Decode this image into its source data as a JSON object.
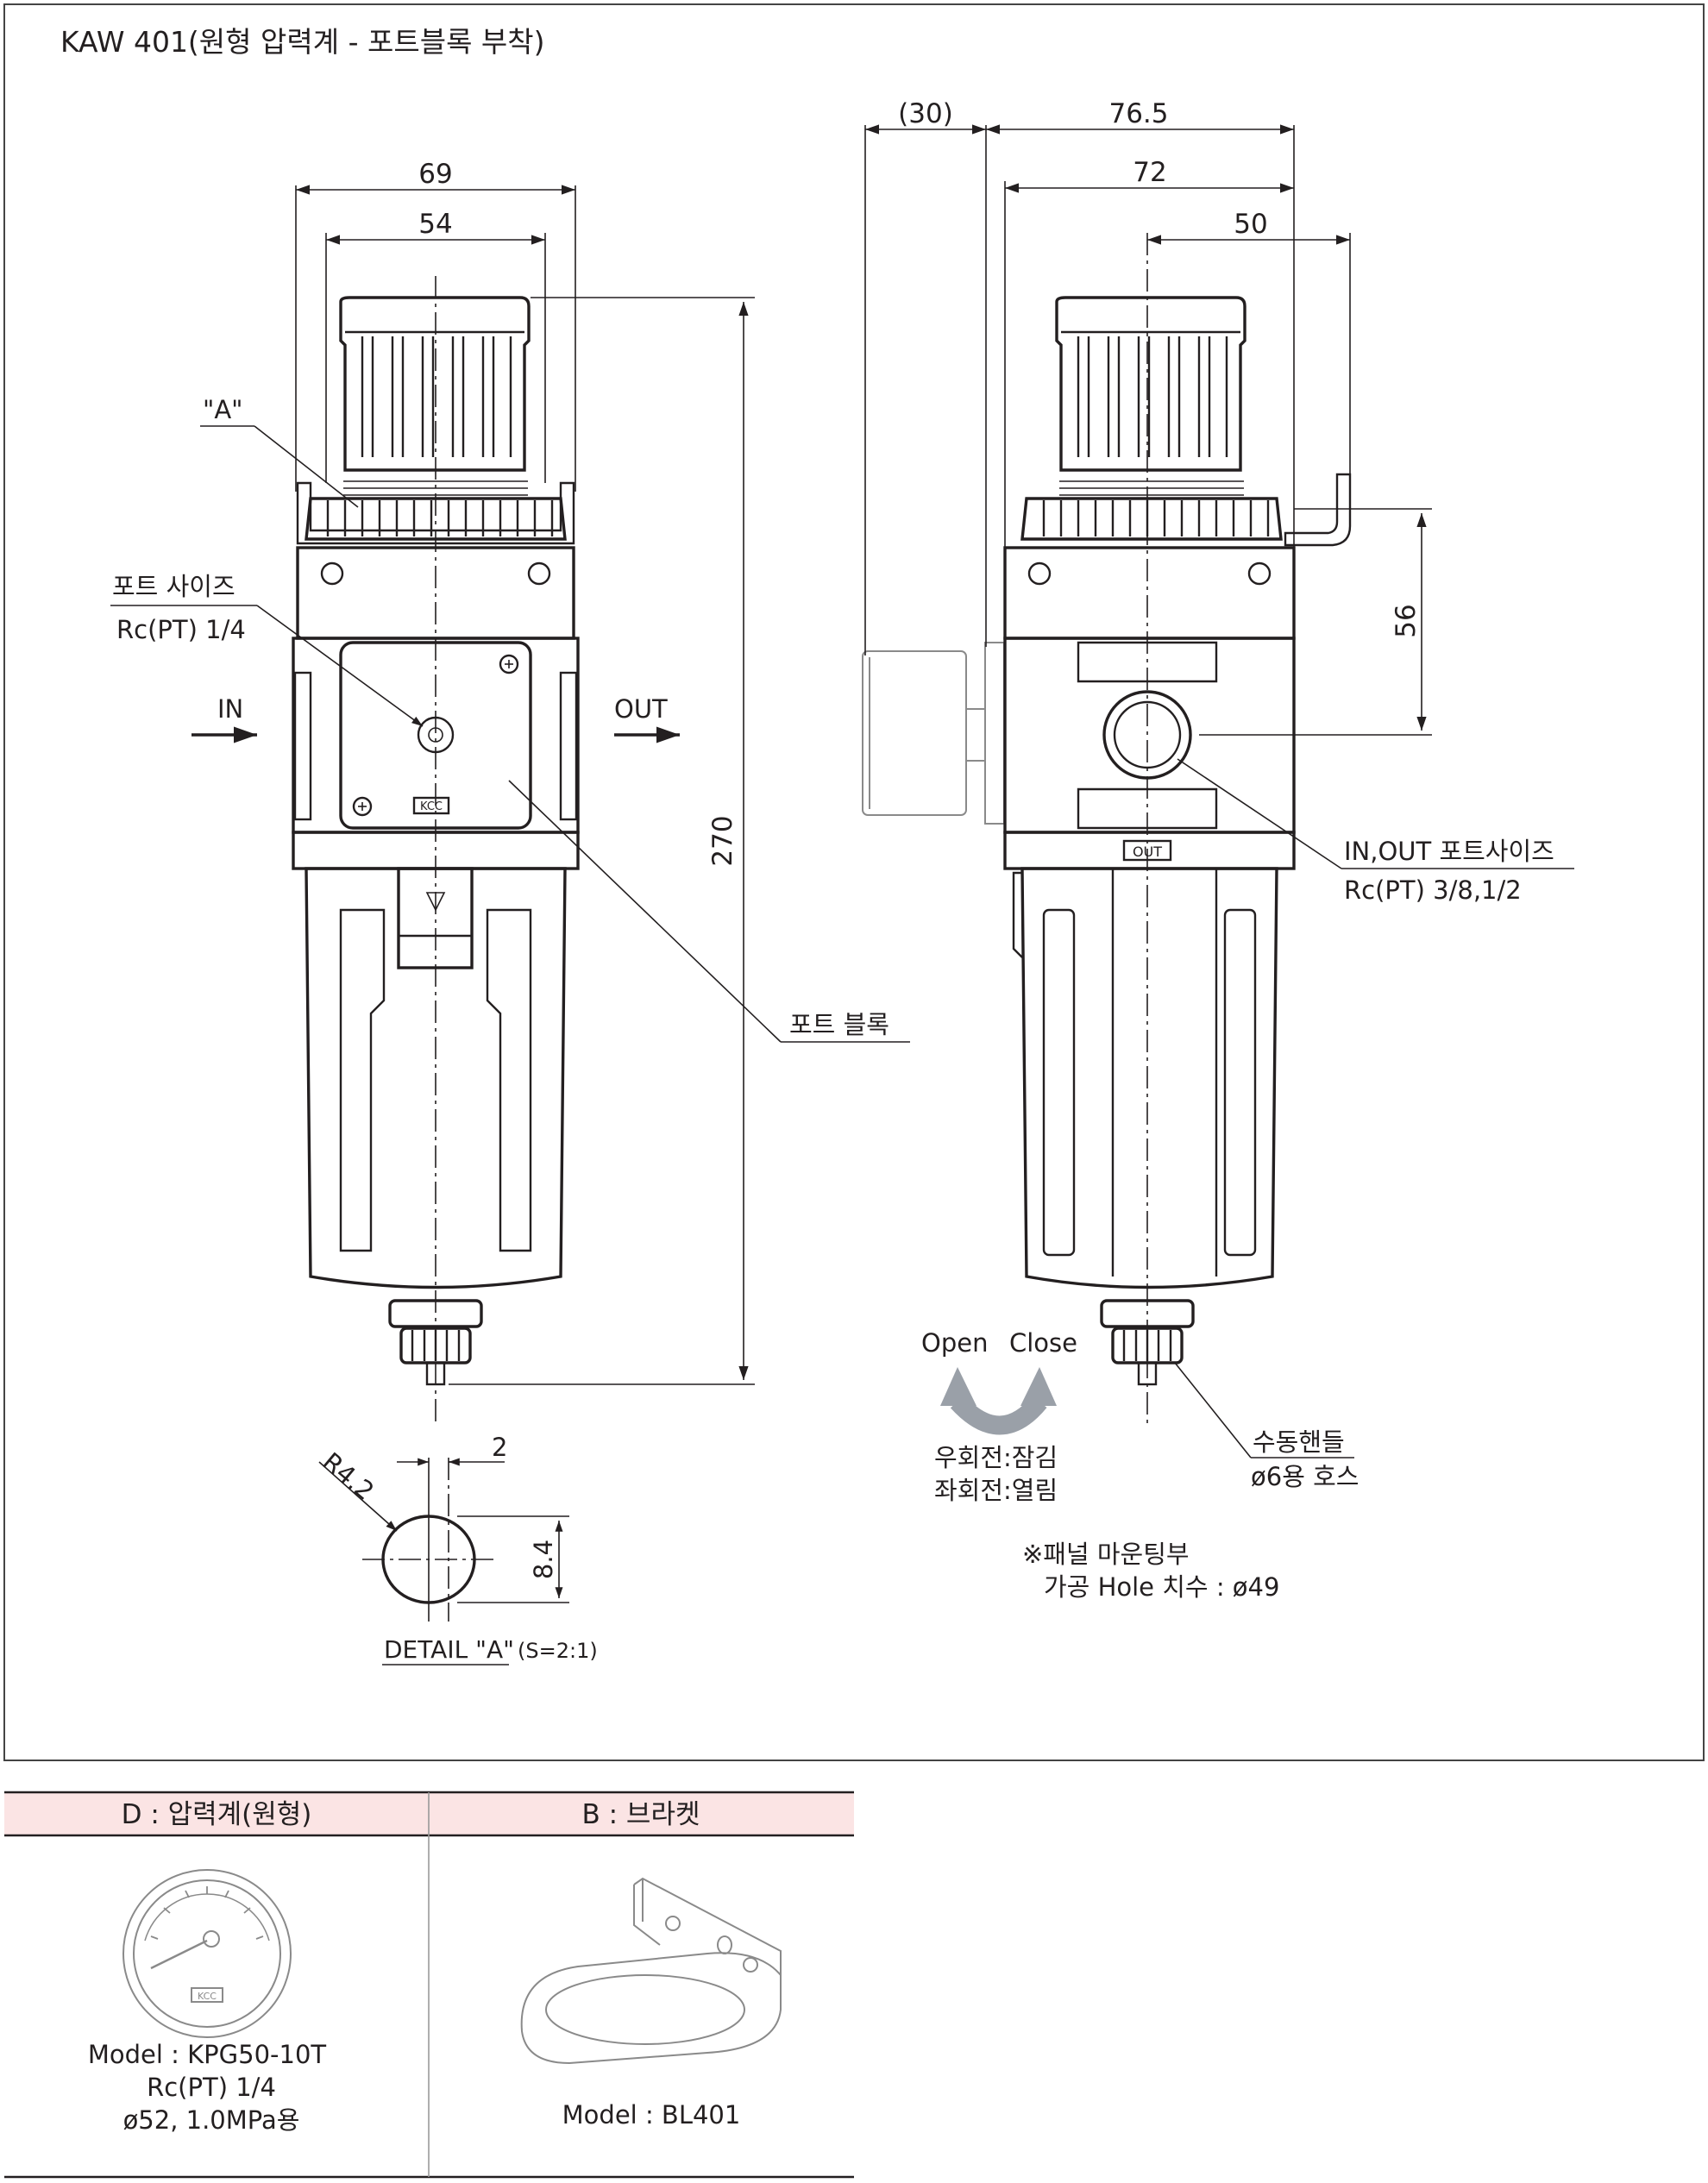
{
  "title": "KAW 401(원형 압력계 - 포트블록 부착)",
  "front": {
    "dim_width_outer": "69",
    "dim_width_inner": "54",
    "dim_height": "270",
    "callout_a": "\"A\"",
    "port_size_label": "포트 사이즈",
    "port_size_value": "Rc(PT) 1/4",
    "in_label": "IN",
    "out_label": "OUT",
    "port_block_label": "포트 블록",
    "logo_text": "KCC"
  },
  "side": {
    "dim_gauge": "(30)",
    "dim_total": "76.5",
    "dim_body": "72",
    "dim_half": "50",
    "dim_vertical": "56",
    "port_label": "IN,OUT 포트사이즈",
    "port_value": "Rc(PT) 3/8,1/2",
    "out_mark": "OUT",
    "open_label": "Open",
    "close_label": "Close",
    "rotate_right": "우회전:잠김",
    "rotate_left": "좌회전:열림",
    "drain_label": "수동핸들",
    "drain_value": "ø6용 호스",
    "panel_note_1": "※패널 마운팅부",
    "panel_note_2": "가공 Hole 치수 : ø49"
  },
  "detail": {
    "radius": "R4.2",
    "width": "2",
    "height": "8.4",
    "caption": "DETAIL \"A\"",
    "scale": "(S=2:1)"
  },
  "accessories": {
    "header_color": "#fbe4e4",
    "items": [
      {
        "header": "D : 압력계(원형)",
        "model": "Model : KPG50-10T",
        "spec1": "Rc(PT) 1/4",
        "spec2": "ø52, 1.0MPa용",
        "logo_text": "KCC"
      },
      {
        "header": "B : 브라켓",
        "model": "Model : BL401"
      }
    ]
  }
}
